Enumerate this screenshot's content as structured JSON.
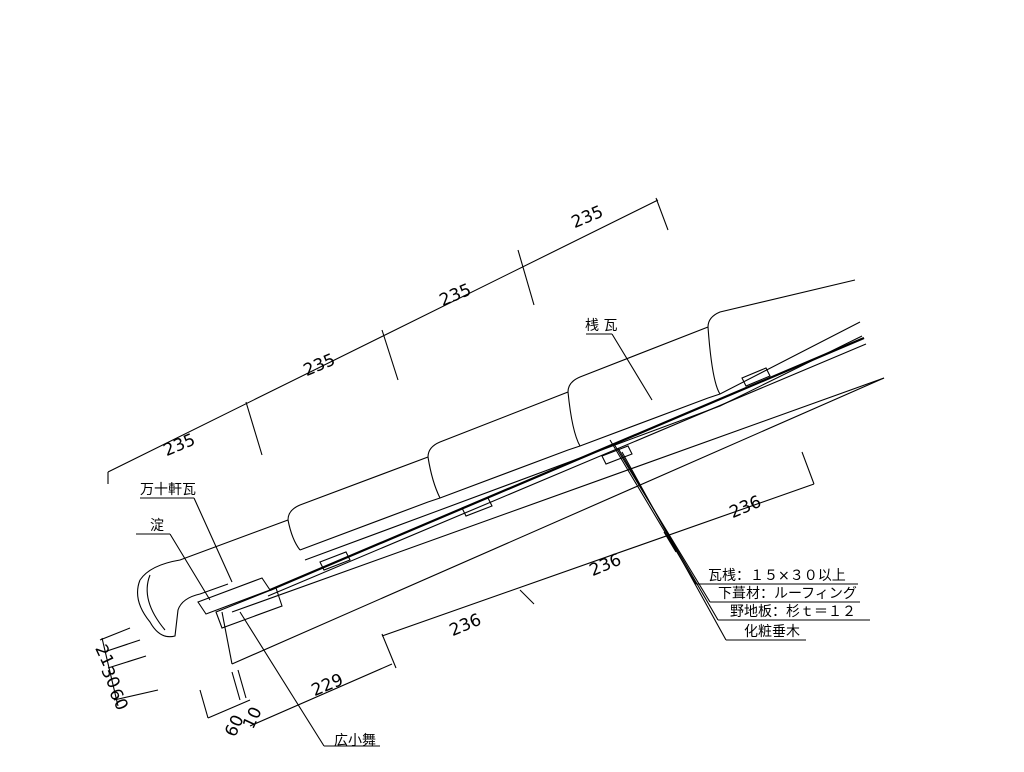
{
  "dimensions": {
    "top": [
      "235",
      "235",
      "235",
      "235"
    ],
    "middle": [
      "236",
      "236",
      "236"
    ],
    "bottom": [
      "229"
    ],
    "bottom_small": [
      "60",
      "10"
    ],
    "left_vertical": [
      "21",
      "30",
      "60"
    ]
  },
  "labels": {
    "sangawara": "桟 瓦",
    "manjuu_nokigawara": "万十軒瓦",
    "yodo": "淀",
    "hirokomai": "広小舞",
    "kawarazan": "瓦桟：１５×３０以上",
    "shitabuki": "下葺材：ルーフィング",
    "nojiita": "野地板：杉ｔ＝１２",
    "keshotaruki": "化粧垂木"
  }
}
